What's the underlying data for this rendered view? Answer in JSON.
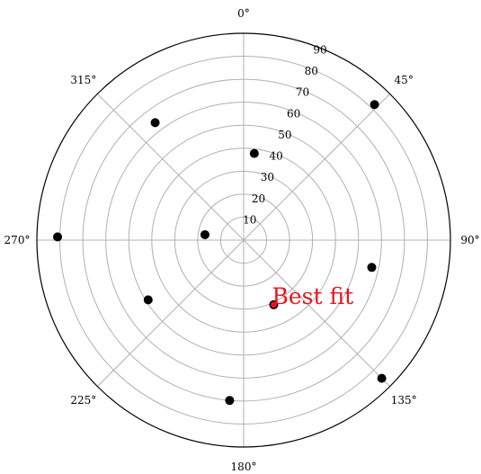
{
  "chart_data": {
    "type": "scatter",
    "projection": "polar",
    "theta_zero": "top",
    "theta_direction": "clockwise",
    "rlim": [
      0,
      90
    ],
    "r_ticks": [
      "10",
      "20",
      "30",
      "40",
      "50",
      "60",
      "70",
      "80",
      "90"
    ],
    "theta_ticks": [
      "0°",
      "45°",
      "90°",
      "135°",
      "180°",
      "225°",
      "270°",
      "315°"
    ],
    "grid": true,
    "points": [
      {
        "theta_deg": 7,
        "r": 38
      },
      {
        "theta_deg": 44,
        "r": 82
      },
      {
        "theta_deg": 102,
        "r": 57
      },
      {
        "theta_deg": 135,
        "r": 85
      },
      {
        "theta_deg": 155,
        "r": 31
      },
      {
        "theta_deg": 185,
        "r": 70
      },
      {
        "theta_deg": 238,
        "r": 49
      },
      {
        "theta_deg": 271,
        "r": 81
      },
      {
        "theta_deg": 278,
        "r": 17
      },
      {
        "theta_deg": 323,
        "r": 64
      }
    ],
    "marker_color": "#000000",
    "annotation": {
      "text": "Best fit",
      "theta_deg": 155,
      "r": 31,
      "color": "#e8141e"
    }
  }
}
